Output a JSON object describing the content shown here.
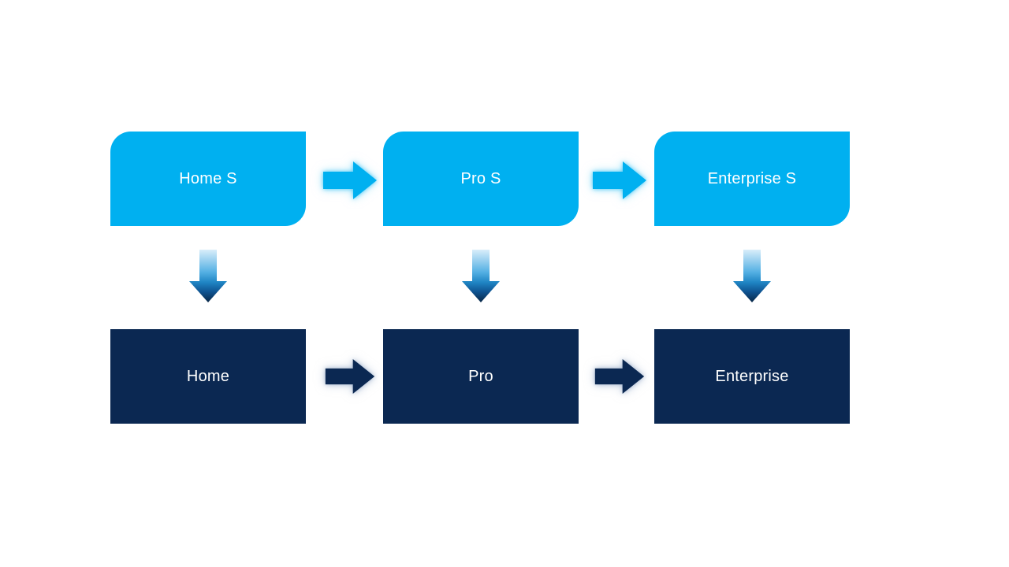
{
  "slide": {
    "background_color": "#ffffff",
    "colors": {
      "light_blue": "#00B0F0",
      "dark_navy": "#0B2852",
      "label_text": "#ffffff",
      "down_arrow_gradient_top": "#D9EDFA",
      "down_arrow_gradient_upper_mid": "#56B1E4",
      "down_arrow_gradient_mid": "#1F85C4",
      "down_arrow_gradient_lower_mid": "#0F5391",
      "down_arrow_gradient_bottom": "#082646"
    },
    "top_row": {
      "boxes": [
        {
          "label": "Home S"
        },
        {
          "label": "Pro S"
        },
        {
          "label": "Enterprise S"
        }
      ]
    },
    "bottom_row": {
      "boxes": [
        {
          "label": "Home"
        },
        {
          "label": "Pro"
        },
        {
          "label": "Enterprise"
        }
      ]
    },
    "icons": {
      "right_arrow": "right-arrow",
      "down_arrow": "down-arrow"
    }
  }
}
